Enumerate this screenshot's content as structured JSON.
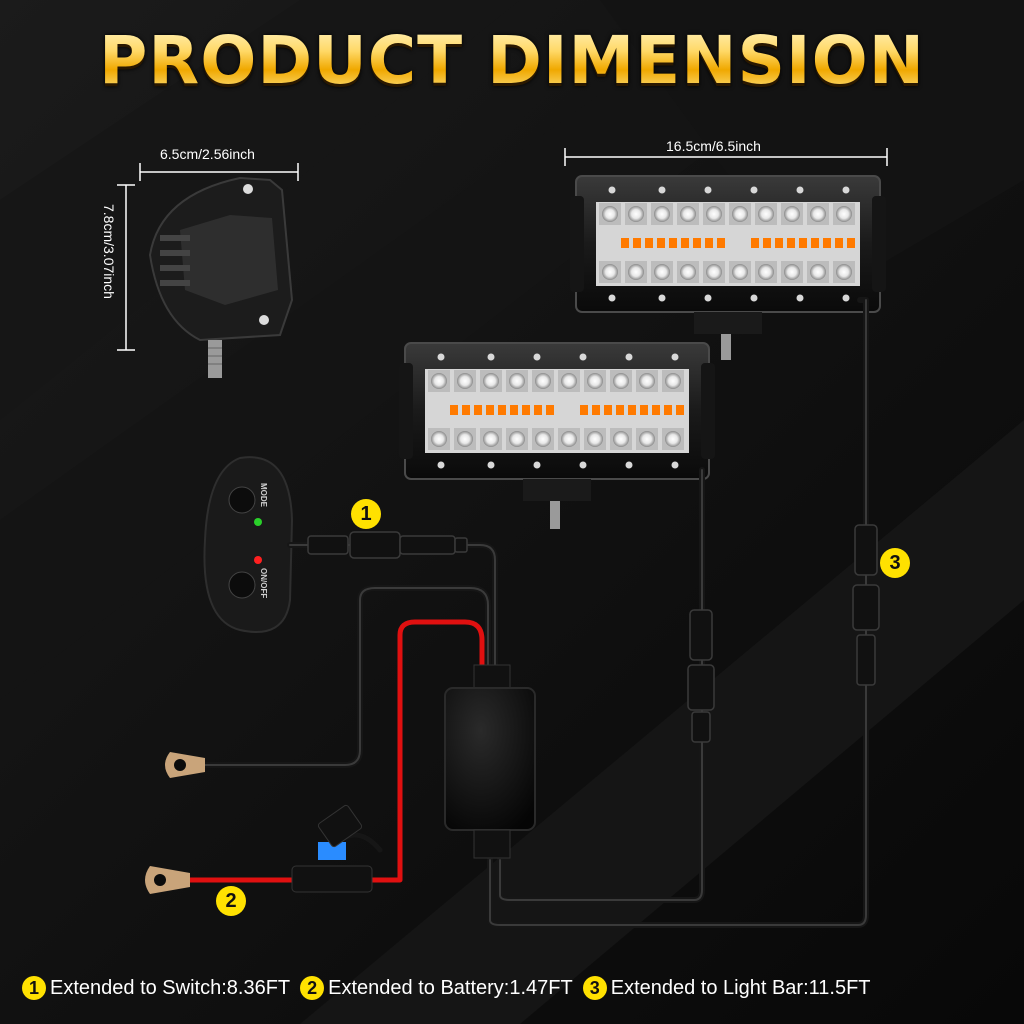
{
  "title": "PRODUCT DIMENSION",
  "dimensions": {
    "side_width": "6.5cm/2.56inch",
    "side_height": "7.8cm/3.07inch",
    "bar_width": "16.5cm/6.5inch"
  },
  "switch": {
    "mode_label": "MODE",
    "onoff_label": "ON/OFF"
  },
  "callouts": [
    "1",
    "2",
    "3"
  ],
  "legend": [
    {
      "num": "1",
      "text": "Extended to Switch:8.36FT"
    },
    {
      "num": "2",
      "text": "Extended to Battery:1.47FT"
    },
    {
      "num": "3",
      "text": "Extended to Light Bar:11.5FT"
    }
  ],
  "colors": {
    "accent_yellow": "#ffe100",
    "title_gold": "#f0a800",
    "positive_wire": "#e01010",
    "ground_wire": "#1a1a1a",
    "amber_led": "#ff7a00",
    "fuse_blue": "#2a8cff"
  }
}
